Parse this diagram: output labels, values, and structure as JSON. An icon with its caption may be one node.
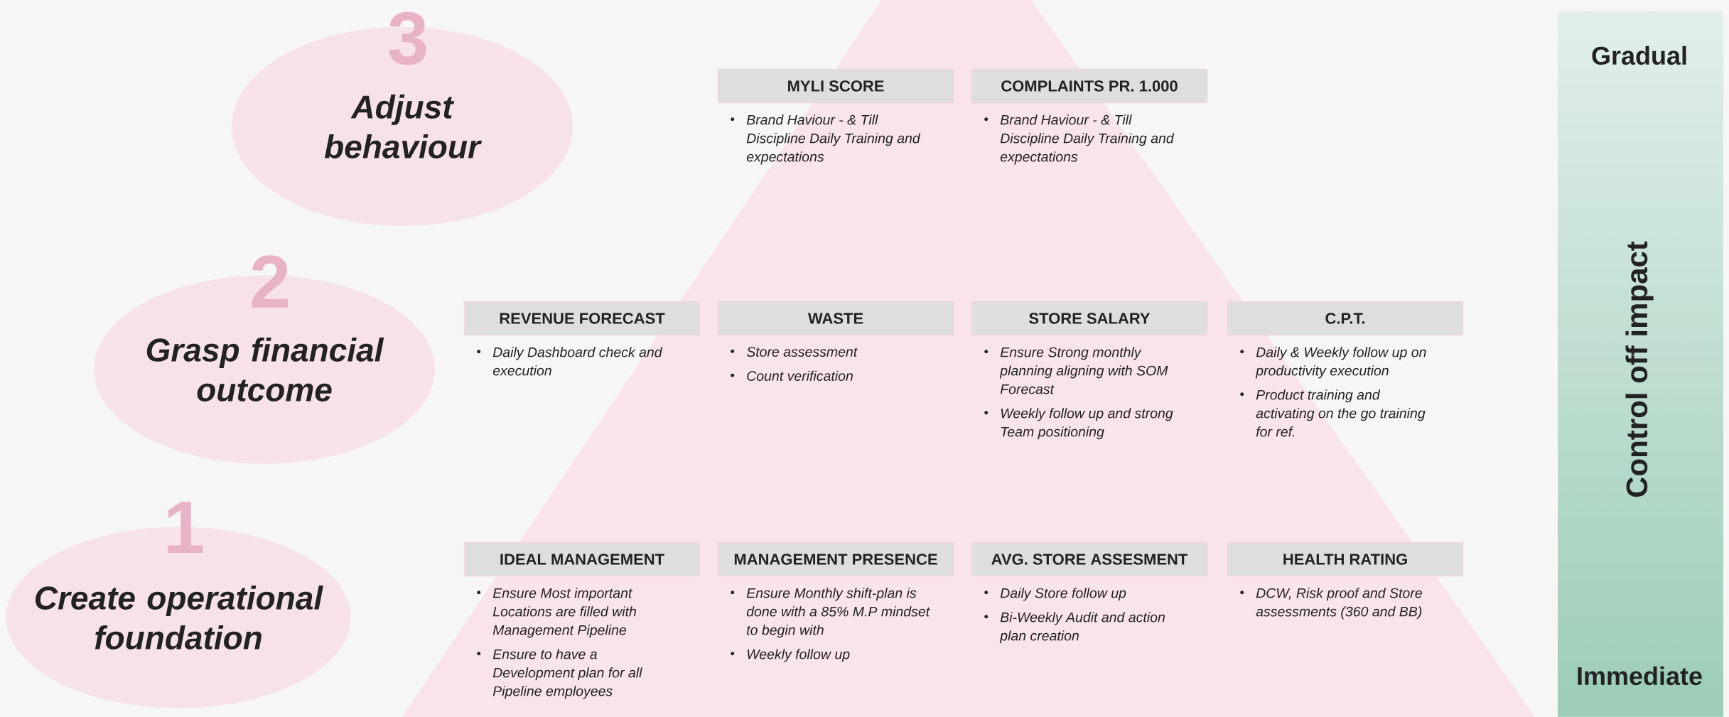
{
  "diagram": {
    "nodes": [
      {
        "text": [
          "3",
          "Adjust behaviour"
        ]
      },
      {
        "text": [
          "MYLI SCORE"
        ],
        "beside": [
          "Brand Haviour - & Till Discipline Daily Training and expectations"
        ]
      },
      {
        "text": [
          "COMPLAINTS PR. 1.000"
        ],
        "beside": [
          "Brand Haviour - & Till Discipline Daily Training and expectations"
        ]
      },
      {
        "text": [
          "2",
          "Grasp financial outcome"
        ]
      },
      {
        "text": [
          "REVENUE FORECAST"
        ],
        "beside": [
          "Daily Dashboard check and execution"
        ]
      },
      {
        "text": [
          "WASTE"
        ],
        "beside": [
          "Store assessment",
          "Count verification"
        ]
      },
      {
        "text": [
          "STORE SALARY"
        ],
        "beside": [
          "Ensure Strong monthly planning aligning with SOM Forecast",
          "Weekly follow up and strong Team positioning"
        ]
      },
      {
        "text": [
          "C.P.T."
        ],
        "beside": [
          "Daily & Weekly follow up on productivity execution",
          "Product training and activating on the go training for ref."
        ]
      },
      {
        "text": [
          "1",
          "Create operational foundation"
        ]
      },
      {
        "text": [
          "IDEAL MANAGEMENT"
        ],
        "beside": [
          "Ensure Most important Locations are filled with Management Pipeline",
          "Ensure to have a Development plan for all Pipeline employees"
        ]
      },
      {
        "text": [
          "MANAGEMENT PRESENCE"
        ],
        "beside": [
          "Ensure Monthly shift-plan is done with a 85% M.P mindset to begin with",
          "Weekly follow up"
        ]
      },
      {
        "text": [
          "AVG. STORE ASSESMENT"
        ],
        "beside": [
          "Daily Store follow up",
          "Bi-Weekly Audit and action plan creation"
        ]
      },
      {
        "text": [
          "HEALTH RATING"
        ],
        "beside": [
          "DCW, Risk proof and Store assessments (360 and BB)"
        ]
      },
      {
        "text": [
          "Gradual",
          "Control off impact",
          "Immediate"
        ]
      }
    ],
    "edges": []
  }
}
